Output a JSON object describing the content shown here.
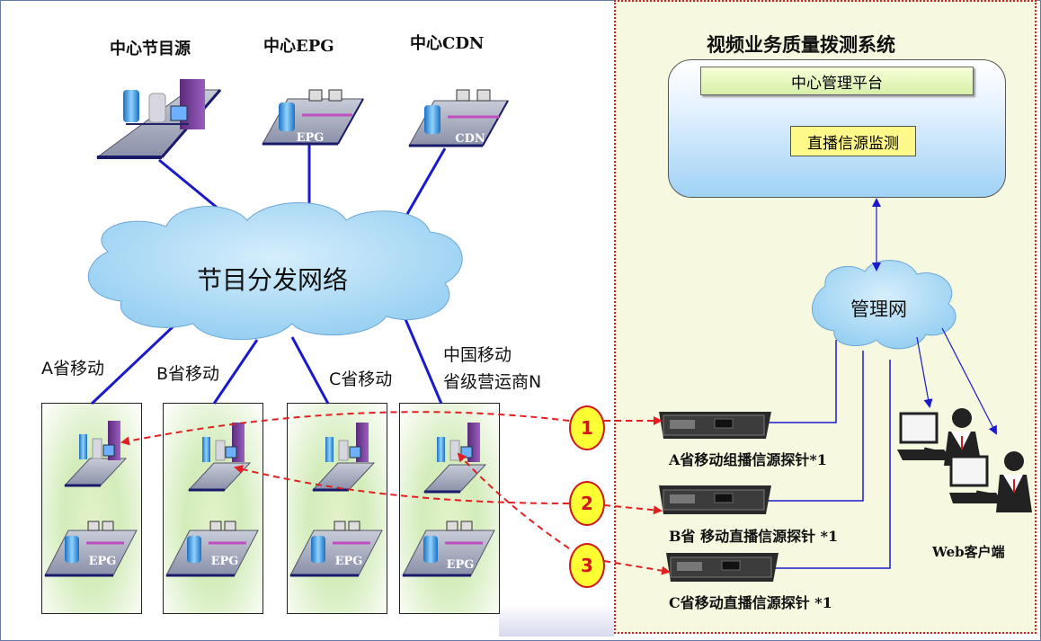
{
  "title": "视频业务质量拨测系统",
  "center": {
    "source": "中心节目源",
    "epg": "中心EPG",
    "cdn": "中心CDN",
    "epg_tag": "EPG",
    "cdn_tag": "CDN"
  },
  "network": {
    "distribution": "节目分发网络",
    "management": "管理网"
  },
  "platform": {
    "center_mgmt": "中心管理平台",
    "live_monitor": "直播信源监测"
  },
  "provinces": [
    {
      "label": "A省移动",
      "epg": "EPG"
    },
    {
      "label": "B省移动",
      "epg": "EPG"
    },
    {
      "label": "C省移动",
      "epg": "EPG"
    },
    {
      "label_line1": "中国移动",
      "label_line2": "省级营运商N",
      "epg": "EPG"
    }
  ],
  "probes": [
    {
      "badge": "1",
      "label": "A省移动组播信源探针*1"
    },
    {
      "badge": "2",
      "label": "B省 移动直播信源探针 *1"
    },
    {
      "badge": "3",
      "label": "C省移动直播信源探针 *1"
    }
  ],
  "web_client": "Web客户端",
  "colors": {
    "link": "#1a1acc",
    "arrow": "#e02020",
    "cloud": "#a8d8f4",
    "badge": "#ffff33"
  }
}
